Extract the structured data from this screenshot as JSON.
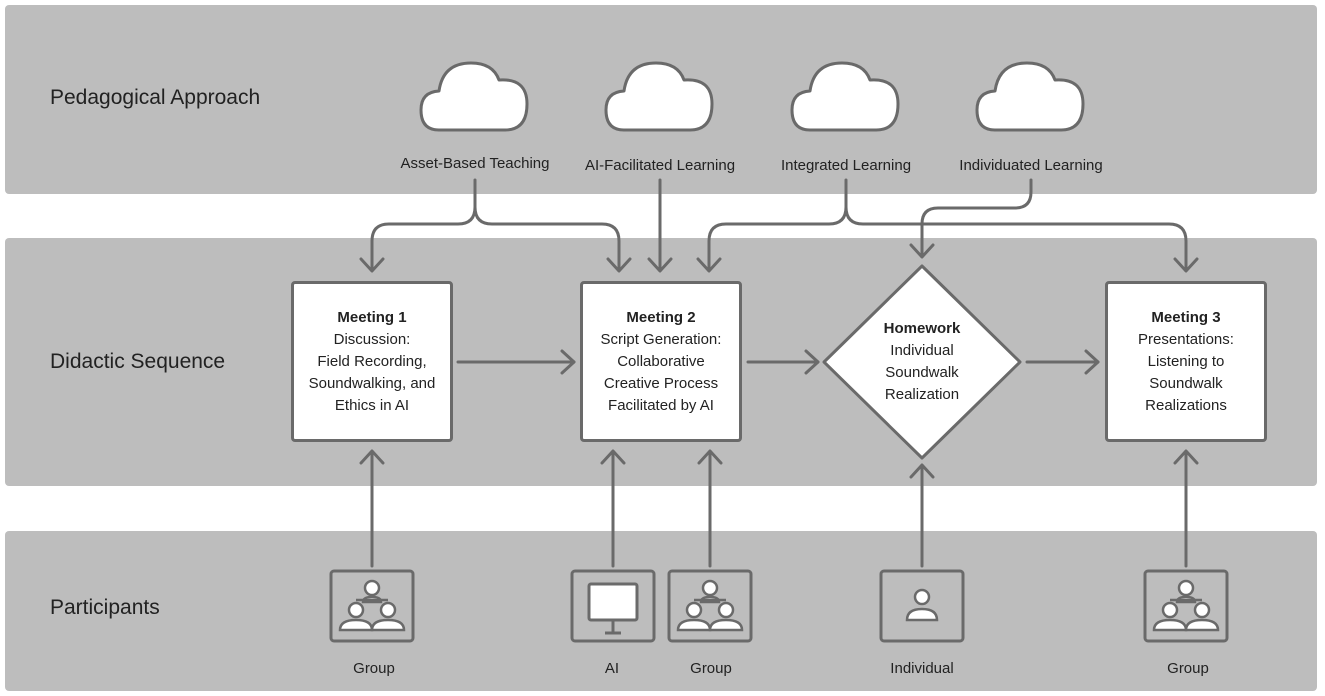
{
  "bands": {
    "approach": "Pedagogical Approach",
    "sequence": "Didactic Sequence",
    "participants": "Participants"
  },
  "approaches": [
    "Asset-Based Teaching",
    "AI-Facilitated Learning",
    "Integrated Learning",
    "Individuated Learning"
  ],
  "steps": {
    "meeting1": {
      "title": "Meeting 1",
      "lines": [
        "Discussion:",
        "Field Recording,",
        "Soundwalking, and",
        "Ethics in AI"
      ]
    },
    "meeting2": {
      "title": "Meeting 2",
      "lines": [
        "Script Generation:",
        "Collaborative",
        "Creative Process",
        "Facilitated by AI"
      ]
    },
    "homework": {
      "title": "Homework",
      "lines": [
        "Individual",
        "Soundwalk",
        "Realization"
      ]
    },
    "meeting3": {
      "title": "Meeting 3",
      "lines": [
        "Presentations:",
        "Listening to",
        "Soundwalk",
        "Realizations"
      ]
    }
  },
  "participants": [
    "Group",
    "AI",
    "Group",
    "Individual",
    "Group"
  ],
  "icons": {
    "cloud": "cloud-icon",
    "group": "group-icon",
    "monitor": "monitor-icon",
    "person": "person-icon"
  },
  "colors": {
    "band": "#bdbdbd",
    "stroke": "#6a6a6a",
    "box": "#ffffff"
  }
}
